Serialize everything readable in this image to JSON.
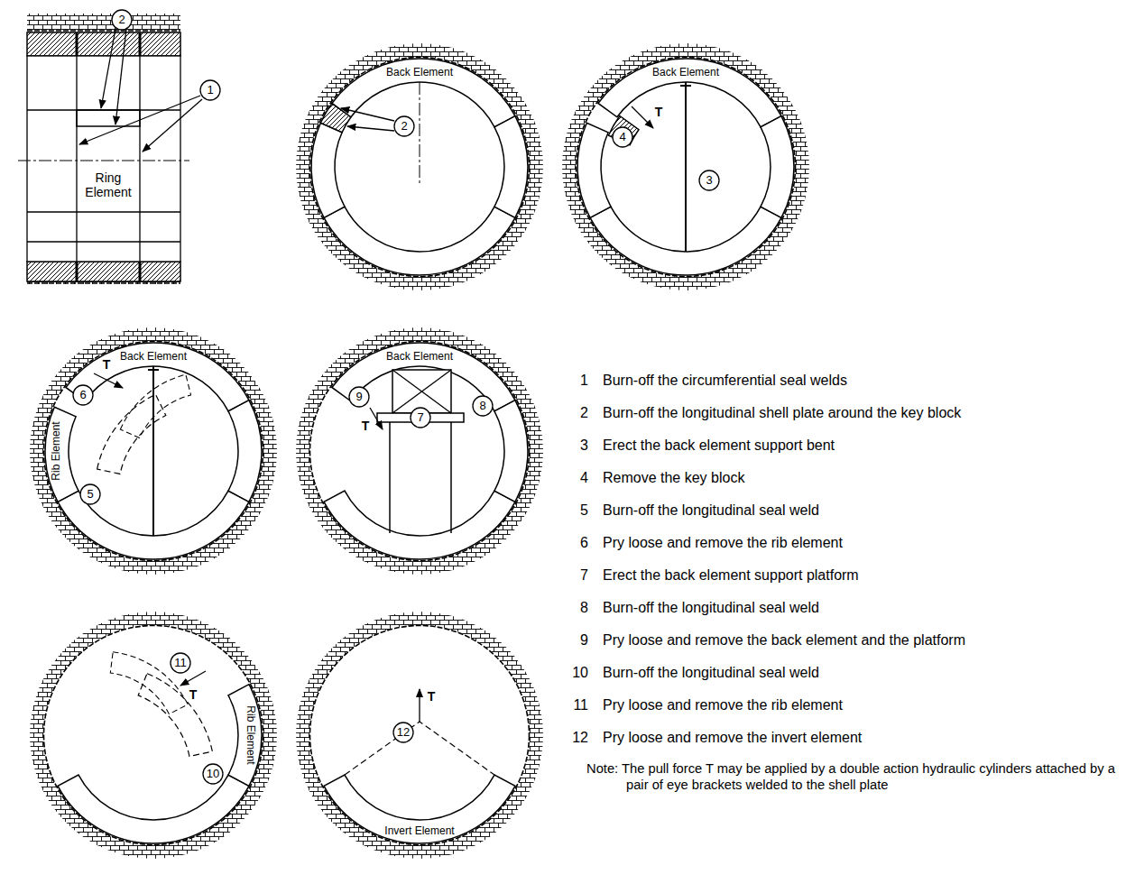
{
  "diagram": {
    "labels": [
      "2",
      "1",
      "Ring Element",
      "Back Element",
      "2",
      "Back Element",
      "4",
      "T",
      "3",
      "Back Element",
      "Rib Element",
      "6",
      "T",
      "5",
      "Back Element",
      "9",
      "T",
      "7",
      "8",
      "11",
      "T",
      "Rib Element",
      "10",
      "T",
      "12",
      "Invert Element",
      "1",
      "Burn-off the circumferential seal welds",
      "2",
      "Burn-off the longitudinal shell plate around the key block",
      "3",
      "Erect the back element support bent",
      "4",
      "Remove the key block",
      "5",
      "Burn-off the longitudinal seal weld",
      "6",
      "Pry loose and remove the rib element",
      "7",
      "Erect the back element support platform",
      "8",
      "Burn-off the longitudinal seal weld",
      "9",
      "Pry loose and remove the back element and the platform",
      "10",
      "Burn-off the longitudinal seal weld",
      "11",
      "Pry loose and remove the rib element",
      "12",
      "Pry loose and remove the invert element",
      "Note: The pull force T may be applied by a double action hydraulic cylinders attached by a pair of eye brackets welded to the shell plate"
    ]
  }
}
